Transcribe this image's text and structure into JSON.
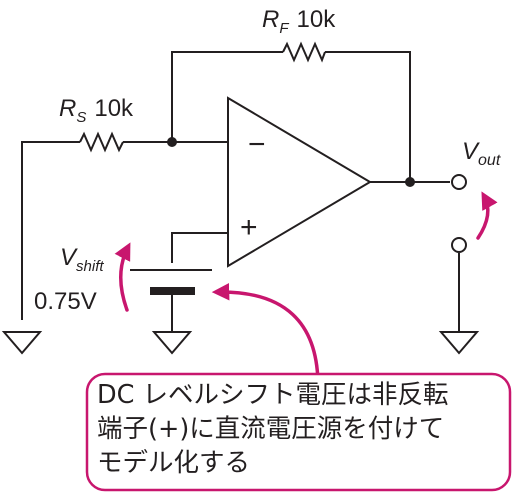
{
  "feedback_resistor": {
    "name_main": "R",
    "name_sub": "F",
    "value": "10k"
  },
  "input_resistor": {
    "name_main": "R",
    "name_sub": "S",
    "value": "10k"
  },
  "opamp": {
    "inverting_symbol": "−",
    "noninverting_symbol": "+"
  },
  "output": {
    "name_main": "V",
    "name_sub": "out"
  },
  "shift_source": {
    "name_main": "V",
    "name_sub": "shift",
    "value": "0.75V"
  },
  "note": {
    "lines": [
      "DC レベルシフト電圧は非反転",
      "端子(+)に直流電圧源を付けて",
      "モデル化する"
    ]
  },
  "colors": {
    "wire": "#231f20",
    "accent": "#c8166e",
    "background": "#ffffff"
  }
}
